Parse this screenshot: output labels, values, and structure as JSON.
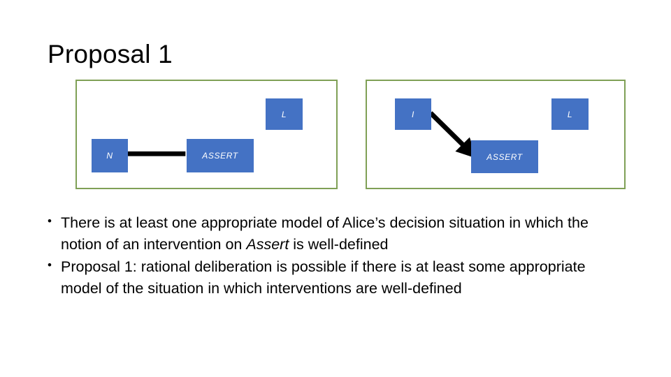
{
  "slide": {
    "title": "Proposal 1"
  },
  "colors": {
    "node_fill": "#4472C4",
    "node_label": "#FFFFFF",
    "panel_border": "#7FA056",
    "edge": "#000000",
    "background": "#FFFFFF",
    "text": "#000000"
  },
  "diagrams": [
    {
      "id": "panel-left",
      "nodes": [
        {
          "id": "node-l-left",
          "label": "L"
        },
        {
          "id": "node-n",
          "label": "N"
        },
        {
          "id": "node-assert-l",
          "label": "ASSERT"
        }
      ],
      "edges": [
        {
          "from": "N",
          "to": "ASSERT",
          "directed": false
        }
      ]
    },
    {
      "id": "panel-right",
      "nodes": [
        {
          "id": "node-i",
          "label": "I"
        },
        {
          "id": "node-l-right",
          "label": "L"
        },
        {
          "id": "node-assert-r",
          "label": "ASSERT"
        }
      ],
      "edges": [
        {
          "from": "I",
          "to": "ASSERT",
          "directed": true
        }
      ]
    }
  ],
  "bullets": [
    {
      "marker": "•",
      "segments": [
        {
          "text": "There is at least one appropriate model of Alice’s decision situation in which the notion of an intervention on ",
          "italic": false
        },
        {
          "text": "Assert",
          "italic": true
        },
        {
          "text": " is well-defined",
          "italic": false
        }
      ]
    },
    {
      "marker": "•",
      "segments": [
        {
          "text": "Proposal 1: rational deliberation is possible if there is at least some appropriate model of the situation in which interventions are well-defined",
          "italic": false
        }
      ]
    }
  ]
}
